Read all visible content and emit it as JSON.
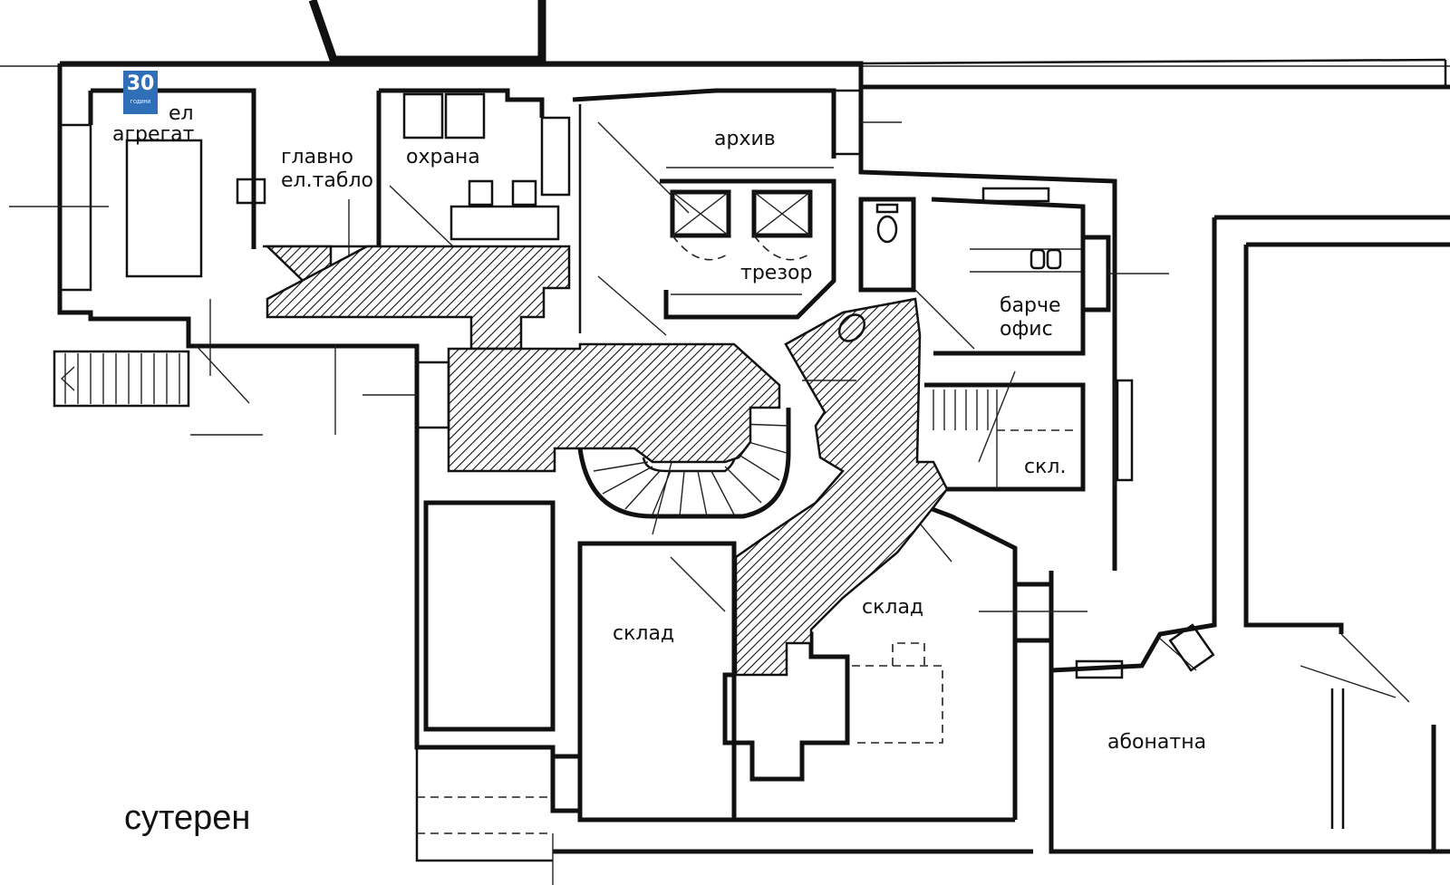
{
  "plan": {
    "rooms": {
      "generator": {
        "line1": "ел",
        "line2": "агрегат"
      },
      "main_panel": {
        "line1": "главно",
        "line2": "ел.табло"
      },
      "security": "охрана",
      "archive": "архив",
      "vault": "трезор",
      "kitchenette": {
        "line1": "барче",
        "line2": "офис"
      },
      "small_storage": "скл.",
      "storage_left": "склад",
      "storage_right": "склад",
      "subscription": "абонатна"
    },
    "floor_title": "сутерен"
  },
  "logo": {
    "number": "30",
    "caption": "ГОДИНИ"
  },
  "colors": {
    "ink": "#111111",
    "paper": "#ffffff",
    "logo": "#2f6fb7"
  }
}
